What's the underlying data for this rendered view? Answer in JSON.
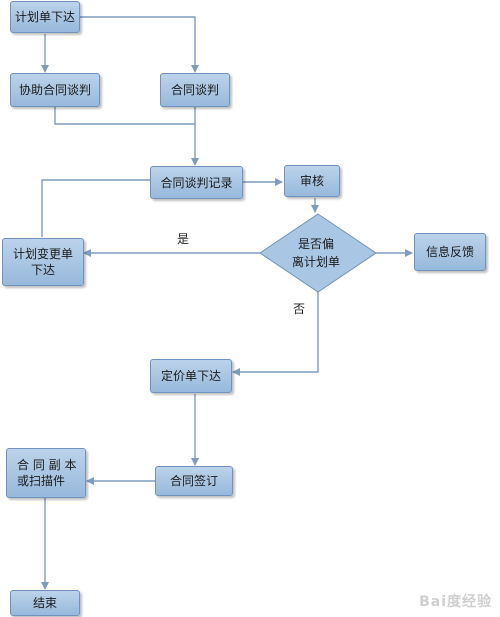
{
  "nodes": {
    "plan_issue": "计划单下达",
    "assist_negotiation": "协助合同谈判",
    "negotiation": "合同谈判",
    "negotiation_record": "合同谈判记录",
    "review": "审核",
    "decision": "是否偏\n离计划单",
    "feedback": "信息反馈",
    "plan_change": "计划变更单\n下达",
    "price_issue": "定价单下达",
    "sign": "合同签订",
    "copy_scan": "合 同 副 本\n或扫描件",
    "end": "结束"
  },
  "edge_labels": {
    "yes": "是",
    "no": "否"
  },
  "watermark": "Bai度经验",
  "colors": {
    "node_fill": "#a9c6e4",
    "node_border": "#6f93bc",
    "line": "#7f9cbf"
  }
}
